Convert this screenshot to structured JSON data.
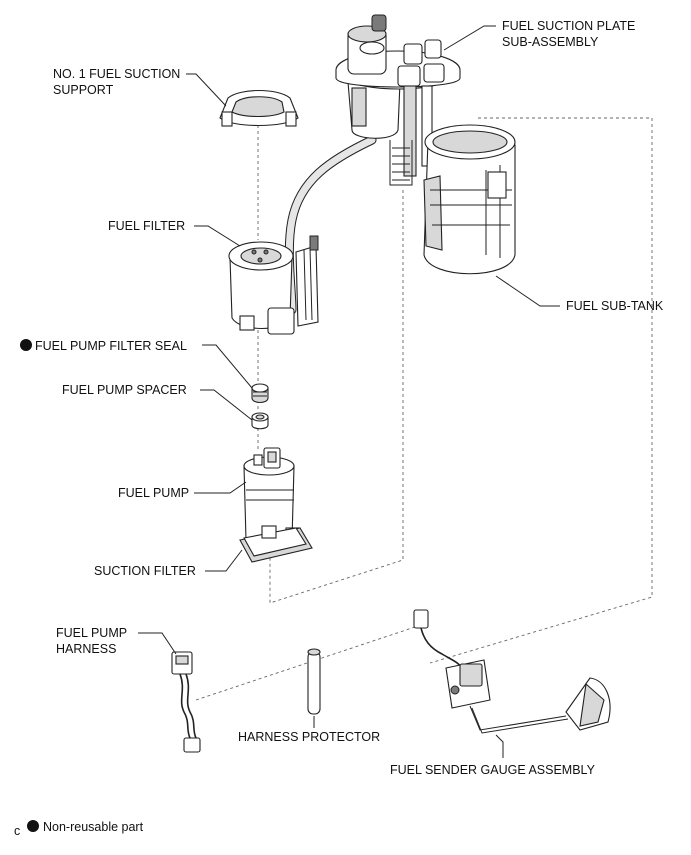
{
  "labels": {
    "fuel_suction_plate_1": "FUEL SUCTION PLATE",
    "fuel_suction_plate_2": "SUB-ASSEMBLY",
    "no1_support_1": "NO. 1 FUEL SUCTION",
    "no1_support_2": "SUPPORT",
    "fuel_filter": "FUEL FILTER",
    "fuel_sub_tank": "FUEL SUB-TANK",
    "fuel_pump_filter_seal": "FUEL PUMP FILTER SEAL",
    "fuel_pump_spacer": "FUEL PUMP SPACER",
    "fuel_pump": "FUEL PUMP",
    "suction_filter": "SUCTION FILTER",
    "fuel_pump_harness_1": "FUEL PUMP",
    "fuel_pump_harness_2": "HARNESS",
    "harness_protector": "HARNESS PROTECTOR",
    "fuel_sender_gauge": "FUEL SENDER GAUGE ASSEMBLY"
  },
  "legend": {
    "symbol": "●",
    "text": "Non-reusable part",
    "corner_mark": "c"
  }
}
